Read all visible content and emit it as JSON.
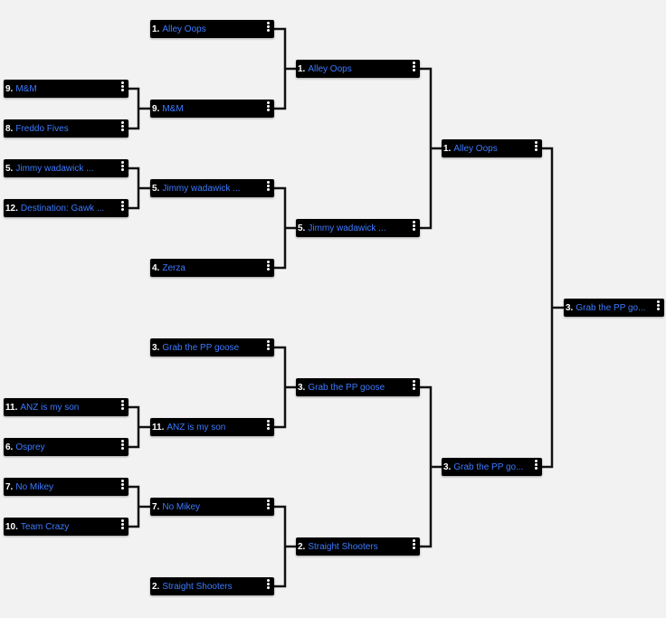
{
  "bracket": {
    "matches": [
      {
        "seed": "1.",
        "team": "Alley Oops"
      },
      {
        "seed": "9.",
        "team": "M&M"
      },
      {
        "seed": "8.",
        "team": "Freddo Fives"
      },
      {
        "seed": "9.",
        "team": "M&M"
      },
      {
        "seed": "1.",
        "team": "Alley Oops"
      },
      {
        "seed": "5.",
        "team": "Jimmy wadawick ..."
      },
      {
        "seed": "12.",
        "team": "Destination: Gawk ..."
      },
      {
        "seed": "5.",
        "team": "Jimmy wadawick ..."
      },
      {
        "seed": "1.",
        "team": "Alley Oops"
      },
      {
        "seed": "5.",
        "team": "Jimmy wadawick ..."
      },
      {
        "seed": "4.",
        "team": "Zerza"
      },
      {
        "seed": "3.",
        "team": "Grab the PP go..."
      },
      {
        "seed": "3.",
        "team": "Grab the PP goose"
      },
      {
        "seed": "3.",
        "team": "Grab the PP goose"
      },
      {
        "seed": "11.",
        "team": "ANZ is my son"
      },
      {
        "seed": "11.",
        "team": "ANZ is my son"
      },
      {
        "seed": "6.",
        "team": "Osprey"
      },
      {
        "seed": "3.",
        "team": "Grab the PP go..."
      },
      {
        "seed": "7.",
        "team": "No Mikey"
      },
      {
        "seed": "7.",
        "team": "No Mikey"
      },
      {
        "seed": "10.",
        "team": "Team Crazy"
      },
      {
        "seed": "2.",
        "team": "Straight Shooters"
      },
      {
        "seed": "2.",
        "team": "Straight Shooters"
      }
    ]
  },
  "icons": {
    "match_menu": "more-vertical-icon"
  }
}
